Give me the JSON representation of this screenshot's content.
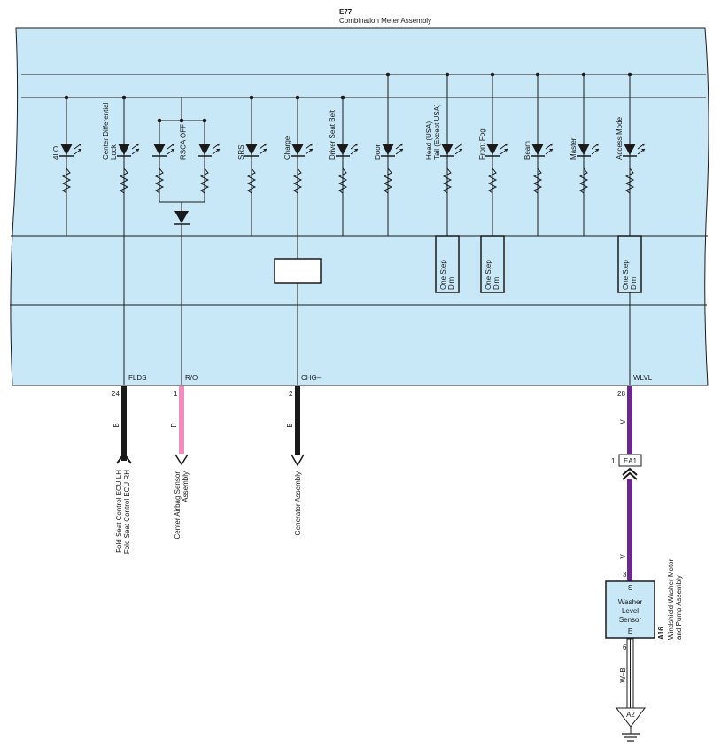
{
  "assembly": {
    "code": "E77",
    "name": "Combination Meter Assembly"
  },
  "indicators": [
    {
      "id": "4lo",
      "label": [
        "4LO"
      ]
    },
    {
      "id": "center-diff-lock",
      "label": [
        "Center Differential",
        "Lock"
      ]
    },
    {
      "id": "rsca-off",
      "label": [
        "RSCA OFF"
      ]
    },
    {
      "id": "srs",
      "label": [
        "SRS"
      ]
    },
    {
      "id": "charge",
      "label": [
        "Charge"
      ]
    },
    {
      "id": "driver-seat-belt",
      "label": [
        "Driver Seat Belt"
      ]
    },
    {
      "id": "door",
      "label": [
        "Door"
      ]
    },
    {
      "id": "head-tail",
      "label": [
        "Head (USA)",
        "Tail (Except USA)"
      ]
    },
    {
      "id": "front-fog",
      "label": [
        "Front Fog"
      ]
    },
    {
      "id": "beam",
      "label": [
        "Beam"
      ]
    },
    {
      "id": "master",
      "label": [
        "Master"
      ]
    },
    {
      "id": "access-mode",
      "label": [
        "Access Mode"
      ]
    }
  ],
  "dimmers": [
    {
      "id": "dim-head",
      "label": [
        "One Step",
        "Dim"
      ]
    },
    {
      "id": "dim-fog",
      "label": [
        "One Step",
        "Dim"
      ]
    },
    {
      "id": "dim-access",
      "label": [
        "One Step",
        "Dim"
      ]
    }
  ],
  "terminals": [
    {
      "id": "flds",
      "name": "FLDS",
      "pin": "24",
      "wire_color_code": "B",
      "wire_color": "#1a1a1a",
      "destination": [
        "Fold Seat Control ECU LH",
        "Fold Seat Control ECU RH"
      ]
    },
    {
      "id": "ro",
      "name": "R/O",
      "pin": "1",
      "wire_color_code": "P",
      "wire_color": "#f08cc0",
      "destination": [
        "Center Airbag Sensor",
        "Assembly"
      ]
    },
    {
      "id": "chg",
      "name": "CHG–",
      "pin": "2",
      "wire_color_code": "B",
      "wire_color": "#1a1a1a",
      "destination": [
        "Generator Assembly"
      ]
    },
    {
      "id": "wlvl",
      "name": "WLVL",
      "pin": "28",
      "wire_color_code": "V",
      "wire_color": "#6a2a8c"
    }
  ],
  "connector": {
    "code": "EA1",
    "pin": "1"
  },
  "washer": {
    "pin_top": "3",
    "wire_top_code": "V",
    "terminal_s": "S",
    "body": [
      "Washer",
      "Level",
      "Sensor"
    ],
    "terminal_e": "E",
    "part_code": "A16",
    "part_name": [
      "Windshield Washer Motor",
      "and Pump Assembly"
    ],
    "pin_bottom": "6",
    "wire_bottom_code": "W–B"
  },
  "ground": {
    "code": "A2"
  },
  "colors": {
    "panel_fill": "#c8e8f8",
    "line": "#1a1a1a",
    "violet": "#6a2a8c",
    "pink": "#f08cc0"
  }
}
